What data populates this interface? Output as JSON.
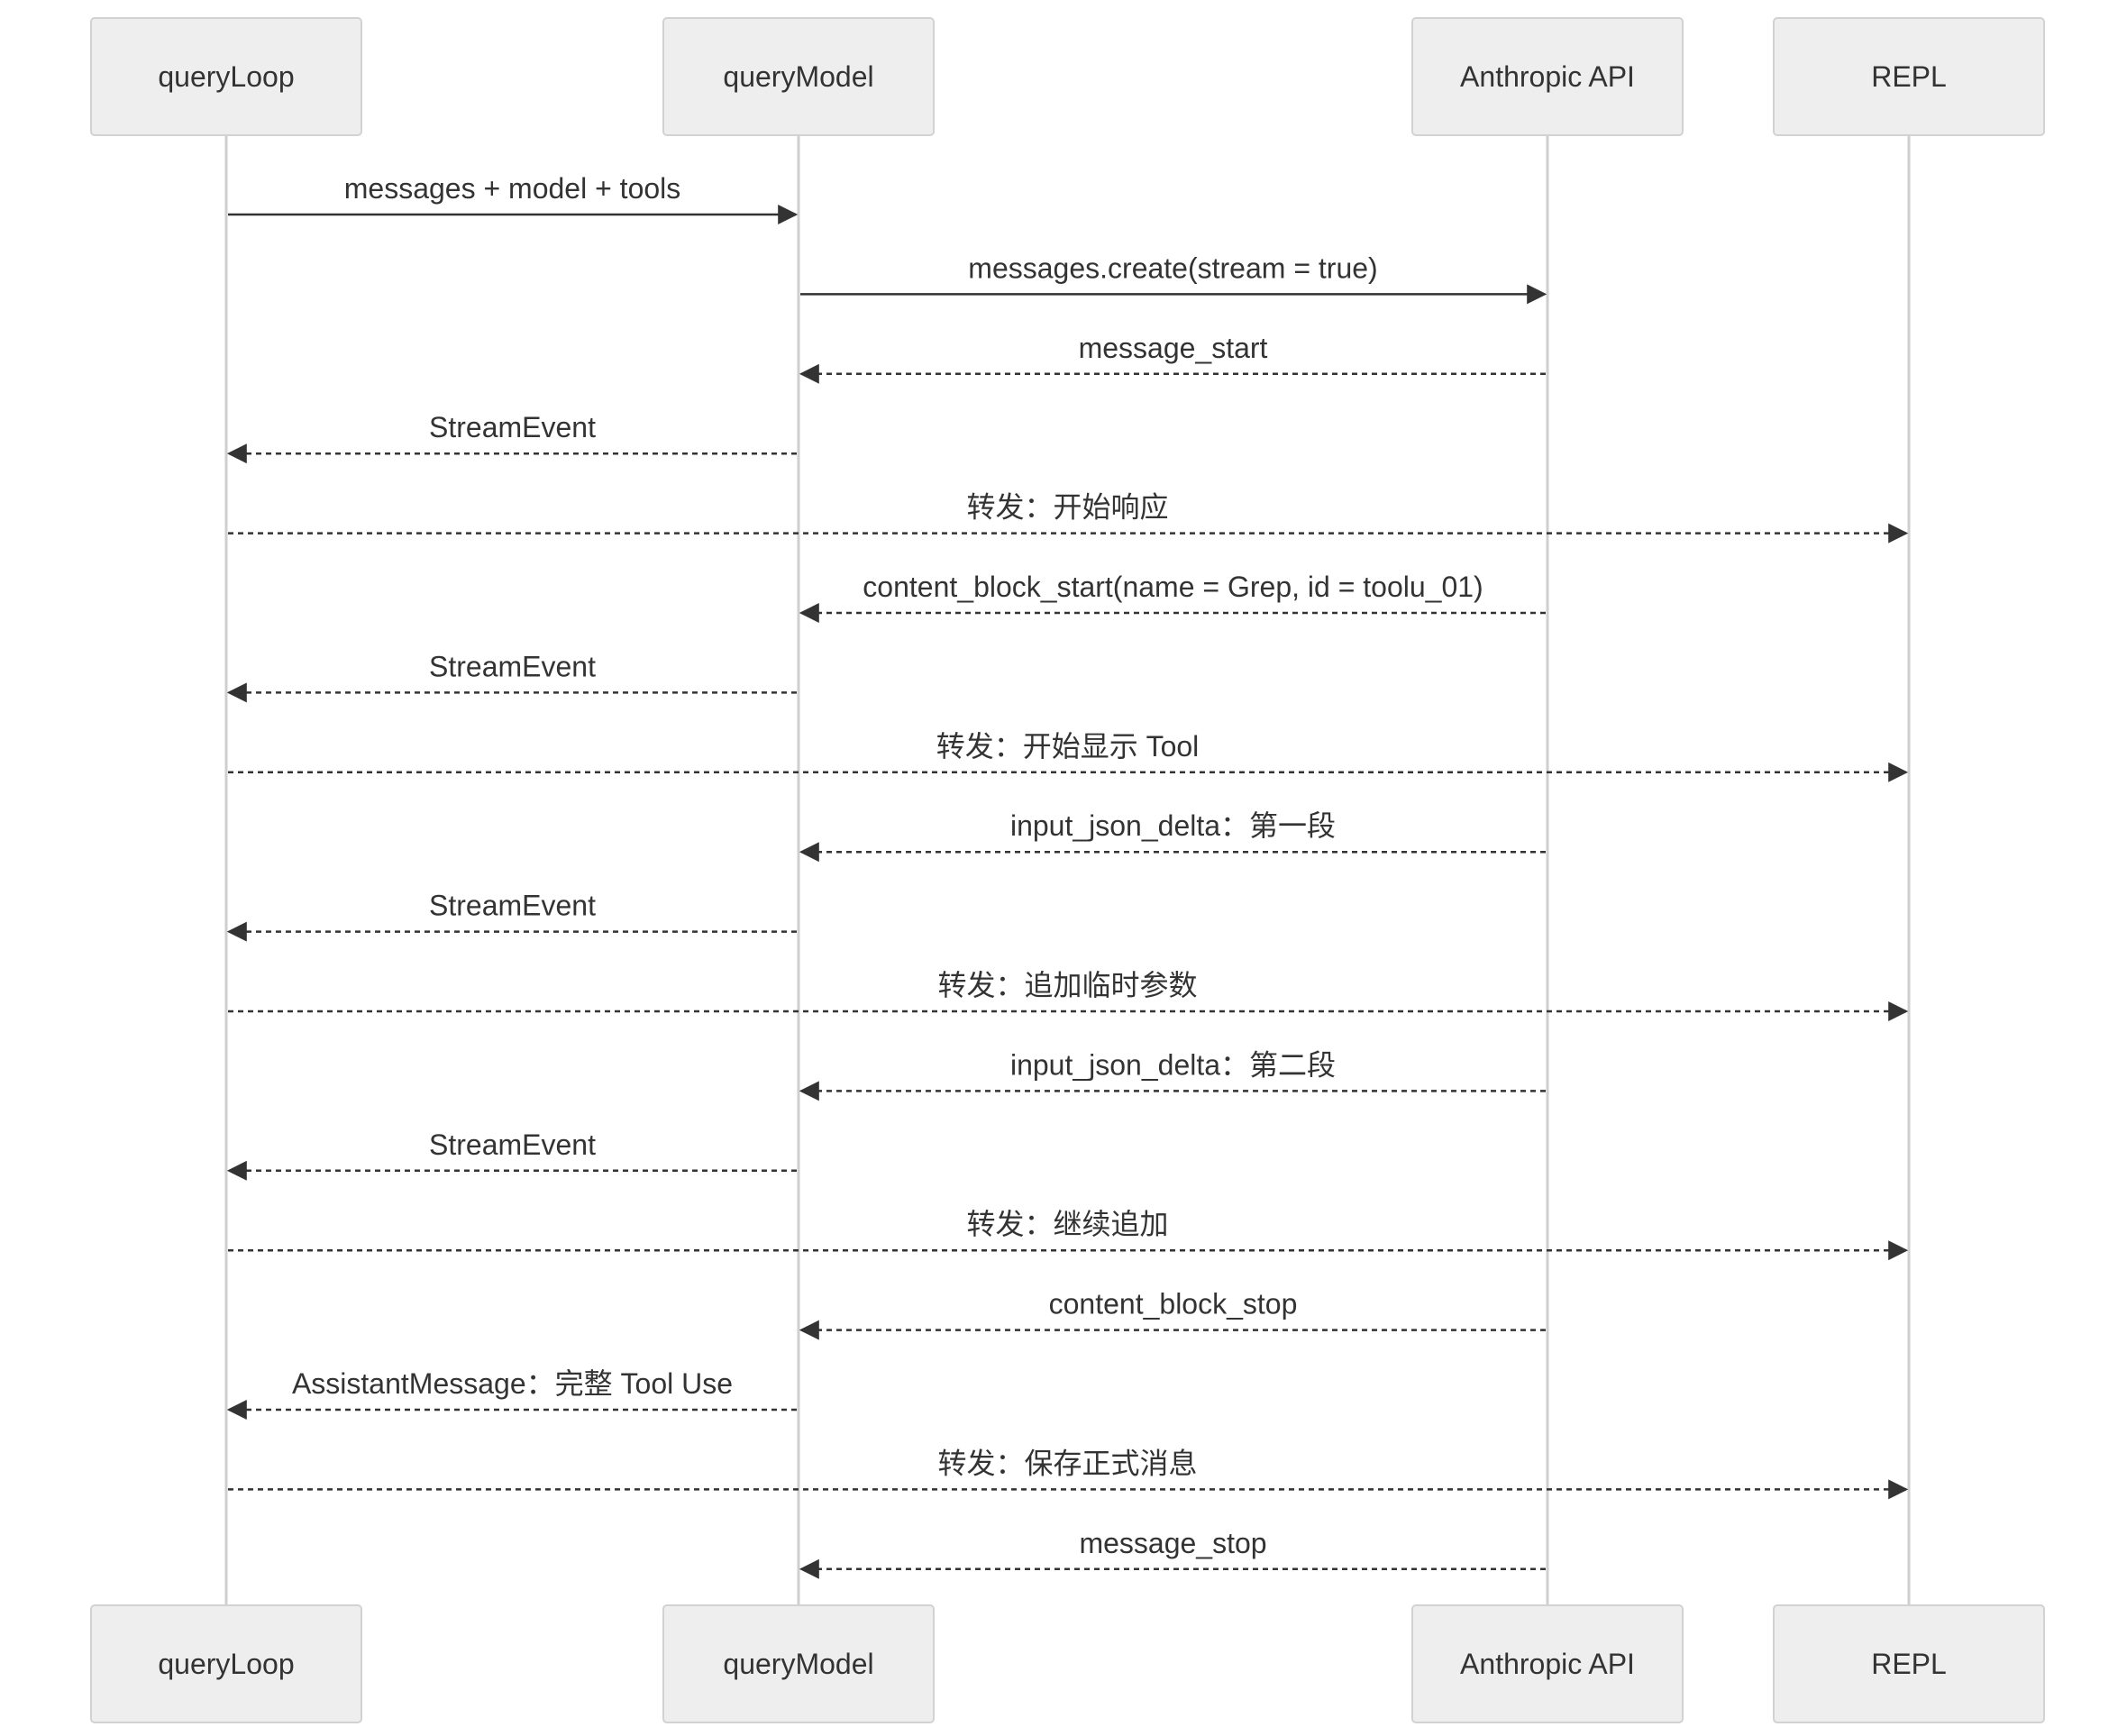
{
  "participants": [
    {
      "id": "queryLoop",
      "label": "queryLoop"
    },
    {
      "id": "queryModel",
      "label": "queryModel"
    },
    {
      "id": "api",
      "label": "Anthropic API"
    },
    {
      "id": "repl",
      "label": "REPL"
    }
  ],
  "messages": [
    {
      "from": "queryLoop",
      "to": "queryModel",
      "label": "messages + model + tools",
      "style": "solid"
    },
    {
      "from": "queryModel",
      "to": "api",
      "label": "messages.create(stream = true)",
      "style": "solid"
    },
    {
      "from": "api",
      "to": "queryModel",
      "label": "message_start",
      "style": "dashed"
    },
    {
      "from": "queryModel",
      "to": "queryLoop",
      "label": "StreamEvent",
      "style": "dashed"
    },
    {
      "from": "queryLoop",
      "to": "repl",
      "label": "转发：开始响应",
      "style": "dashed"
    },
    {
      "from": "api",
      "to": "queryModel",
      "label": "content_block_start(name = Grep, id = toolu_01)",
      "style": "dashed"
    },
    {
      "from": "queryModel",
      "to": "queryLoop",
      "label": "StreamEvent",
      "style": "dashed"
    },
    {
      "from": "queryLoop",
      "to": "repl",
      "label": "转发：开始显示 Tool",
      "style": "dashed"
    },
    {
      "from": "api",
      "to": "queryModel",
      "label": "input_json_delta：第一段",
      "style": "dashed"
    },
    {
      "from": "queryModel",
      "to": "queryLoop",
      "label": "StreamEvent",
      "style": "dashed"
    },
    {
      "from": "queryLoop",
      "to": "repl",
      "label": "转发：追加临时参数",
      "style": "dashed"
    },
    {
      "from": "api",
      "to": "queryModel",
      "label": "input_json_delta：第二段",
      "style": "dashed"
    },
    {
      "from": "queryModel",
      "to": "queryLoop",
      "label": "StreamEvent",
      "style": "dashed"
    },
    {
      "from": "queryLoop",
      "to": "repl",
      "label": "转发：继续追加",
      "style": "dashed"
    },
    {
      "from": "api",
      "to": "queryModel",
      "label": "content_block_stop",
      "style": "dashed"
    },
    {
      "from": "queryModel",
      "to": "queryLoop",
      "label": "AssistantMessage：完整 Tool Use",
      "style": "dashed"
    },
    {
      "from": "queryLoop",
      "to": "repl",
      "label": "转发：保存正式消息",
      "style": "dashed"
    },
    {
      "from": "api",
      "to": "queryModel",
      "label": "message_stop",
      "style": "dashed"
    }
  ]
}
